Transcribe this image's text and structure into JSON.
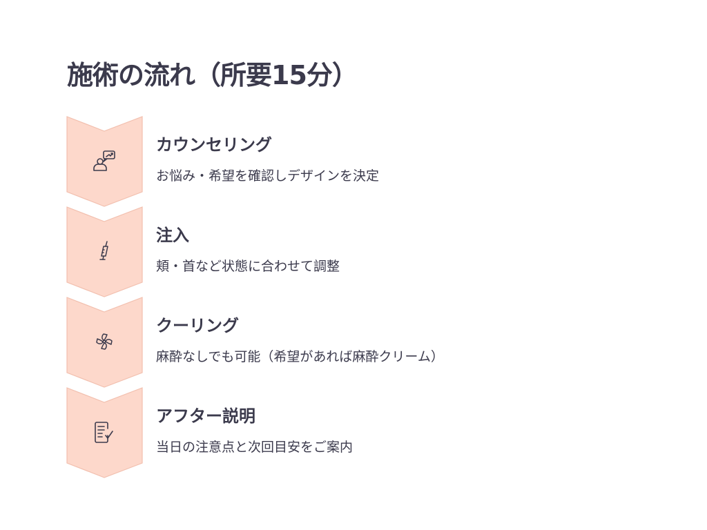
{
  "title": "施術の流れ（所要15分）",
  "colors": {
    "chevron_fill": "#FDD8CB",
    "chevron_stroke": "#F2BFAE",
    "text": "#3B3A4C"
  },
  "steps": [
    {
      "icon": "consultation-icon",
      "title": "カウンセリング",
      "description": "お悩み・希望を確認しデザインを決定"
    },
    {
      "icon": "syringe-icon",
      "title": "注入",
      "description": "頬・首など状態に合わせて調整"
    },
    {
      "icon": "fan-icon",
      "title": "クーリング",
      "description": "麻酔なしでも可能（希望があれば麻酔クリーム）"
    },
    {
      "icon": "checklist-icon",
      "title": "アフター説明",
      "description": "当日の注意点と次回目安をご案内"
    }
  ]
}
